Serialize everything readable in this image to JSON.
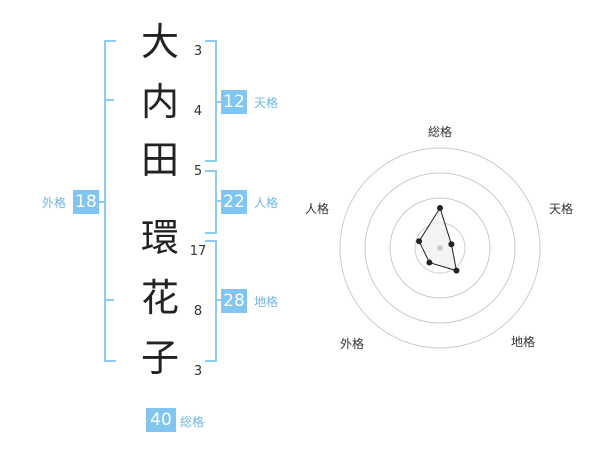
{
  "name": {
    "characters": [
      "大",
      "内",
      "田",
      "環",
      "花",
      "子"
    ],
    "strokes": [
      "3",
      "4",
      "5",
      "17",
      "8",
      "3"
    ]
  },
  "fortunes": {
    "tenkaku": {
      "value": "12",
      "label": "天格"
    },
    "jinkaku": {
      "value": "22",
      "label": "人格"
    },
    "chikaku": {
      "value": "28",
      "label": "地格"
    },
    "gaikaku": {
      "value": "18",
      "label": "外格"
    },
    "soukaku": {
      "value": "40",
      "label": "総格"
    }
  },
  "radar": {
    "axes": [
      "総格",
      "天格",
      "地格",
      "外格",
      "人格"
    ],
    "values": [
      40,
      12,
      28,
      18,
      22
    ],
    "max": 100,
    "rings": 4,
    "colors": {
      "grid": "#cccccc",
      "line": "#222222",
      "fill": "#f0f0f0",
      "center": "#cccccc"
    }
  }
}
